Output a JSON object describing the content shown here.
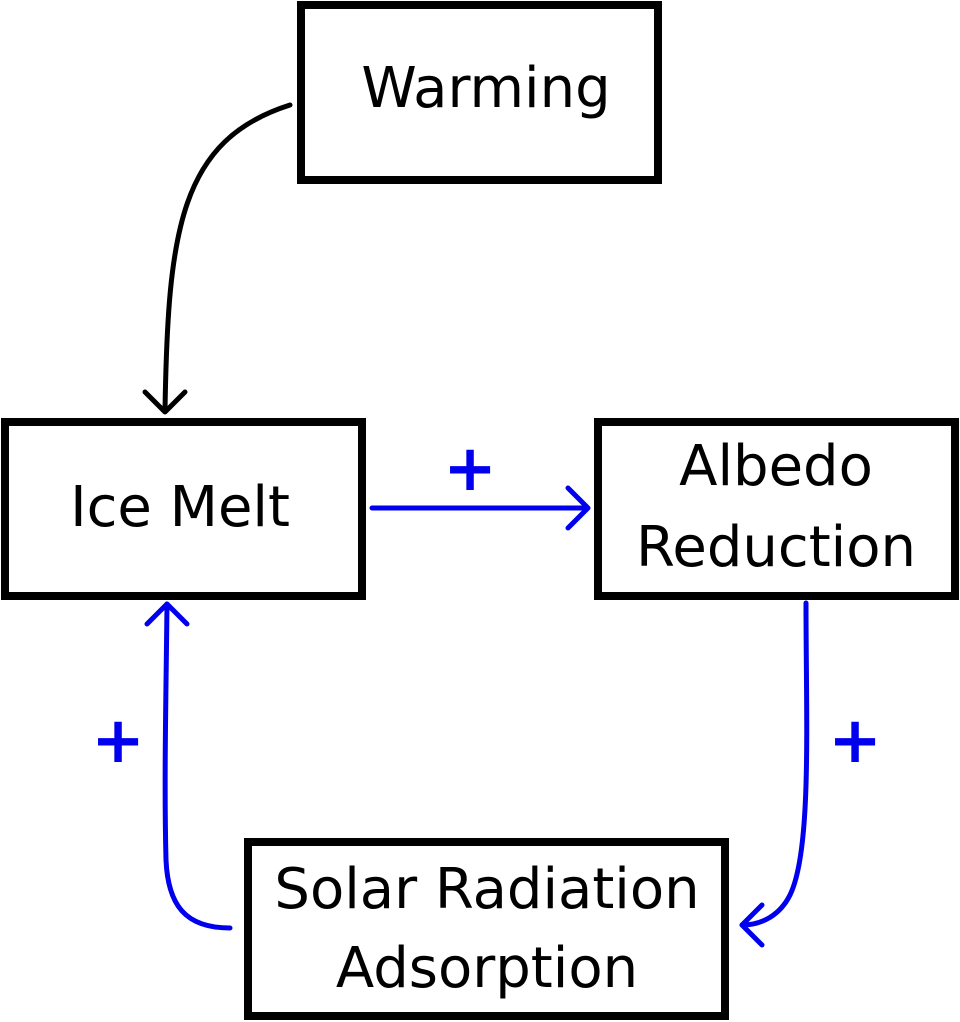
{
  "colors": {
    "plain_edge": "#000000",
    "feedback_edge": "#0000ee",
    "node_border": "#000000"
  },
  "nodes": {
    "warming": {
      "lines": [
        "Warming"
      ]
    },
    "ice_melt": {
      "lines": [
        "Ice Melt"
      ]
    },
    "albedo_reduction": {
      "lines": [
        "Albedo",
        "Reduction"
      ]
    },
    "solar_radiation_adsorption": {
      "lines": [
        "Solar Radiation",
        "Adsorption"
      ]
    }
  },
  "edges": [
    {
      "from": "Warming",
      "to": "Ice Melt",
      "sign": ""
    },
    {
      "from": "Ice Melt",
      "to": "Albedo Reduction",
      "sign": "+"
    },
    {
      "from": "Albedo Reduction",
      "to": "Solar Radiation Adsorption",
      "sign": "+"
    },
    {
      "from": "Solar Radiation Adsorption",
      "to": "Ice Melt",
      "sign": "+"
    }
  ],
  "signs": {
    "ice_melt_to_albedo": "+",
    "albedo_to_solar": "+",
    "solar_to_ice_melt": "+"
  }
}
